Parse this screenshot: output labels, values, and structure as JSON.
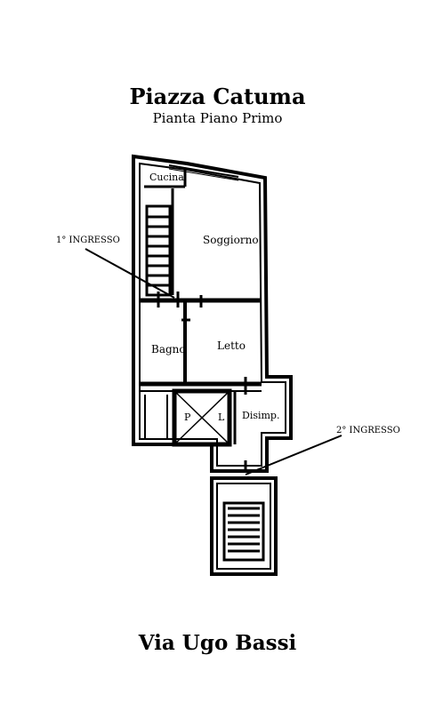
{
  "title": "Piazza Catuma",
  "subtitle": "Pianta Piano Primo",
  "street": "Via Ugo Bassi",
  "rooms": {
    "cucina": "Cucina",
    "soggiorno": "Soggiorno",
    "bagno": "Bagno",
    "letto": "Letto",
    "disimpegno": "Disimp.",
    "p": "P",
    "l": "L"
  },
  "entrances": {
    "first": "1° INGRESSO",
    "second": "2° INGRESSO"
  },
  "colors": {
    "ink": "#000000",
    "paper": "#ffffff"
  }
}
